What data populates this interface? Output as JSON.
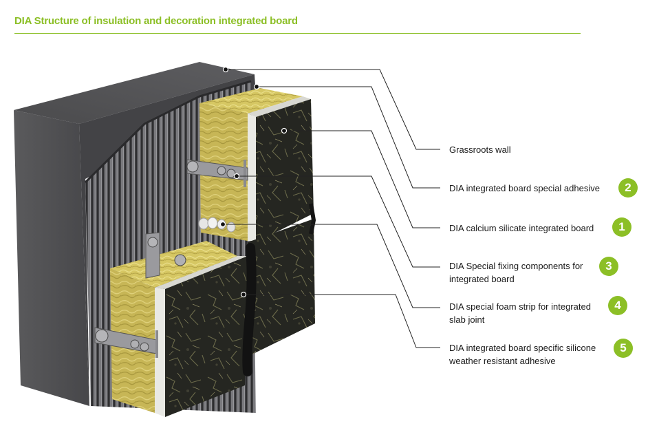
{
  "title": "DIA Structure of insulation and decoration integrated board",
  "colors": {
    "accent": "#8cbf26",
    "wall": "#4c4c4e",
    "insulation": "#c9b955",
    "stone": "#242520",
    "leader": "#222222"
  },
  "callouts": [
    {
      "id": "grassroots-wall",
      "lines": [
        "Grassroots wall"
      ],
      "badge": ""
    },
    {
      "id": "special-adhesive",
      "lines": [
        "DIA integrated board special adhesive"
      ],
      "badge": "2"
    },
    {
      "id": "calcium-silicate-board",
      "lines": [
        "DIA calcium silicate integrated board"
      ],
      "badge": "1"
    },
    {
      "id": "fixing-components",
      "lines": [
        "DIA Special fixing components for",
        "integrated board"
      ],
      "badge": "3"
    },
    {
      "id": "foam-strip",
      "lines": [
        "DIA special foam strip for integrated",
        "slab joint"
      ],
      "badge": "4"
    },
    {
      "id": "silicone-adhesive",
      "lines": [
        "DIA integrated board specific silicone",
        "weather resistant adhesive"
      ],
      "badge": "5"
    }
  ]
}
